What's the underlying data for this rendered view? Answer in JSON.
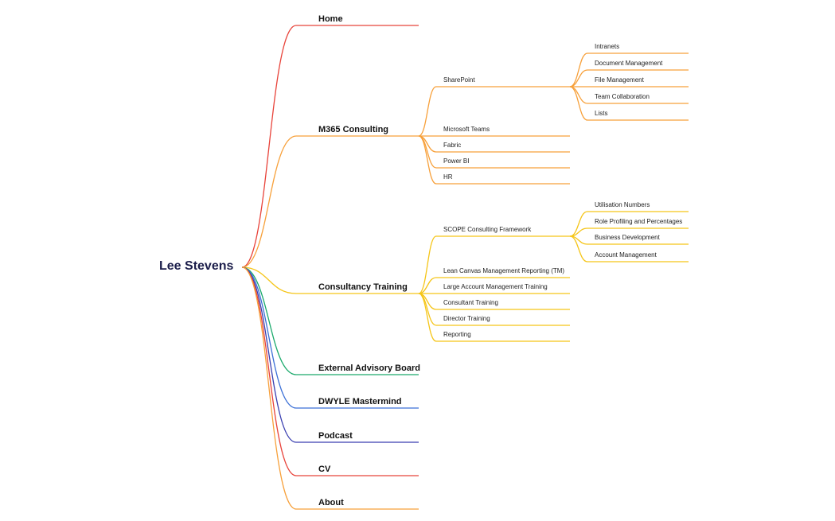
{
  "mindmap": {
    "root": "Lee Stevens",
    "branches": [
      {
        "label": "Home",
        "color": "#e8433a",
        "children": []
      },
      {
        "label": "M365 Consulting",
        "color": "#f7a03a",
        "children": [
          {
            "label": "SharePoint",
            "children": [
              {
                "label": "Intranets"
              },
              {
                "label": "Document Management"
              },
              {
                "label": "File Management"
              },
              {
                "label": "Team Collaboration"
              },
              {
                "label": "Lists"
              }
            ]
          },
          {
            "label": "Microsoft Teams",
            "children": []
          },
          {
            "label": "Fabric",
            "children": []
          },
          {
            "label": "Power BI",
            "children": []
          },
          {
            "label": "HR",
            "children": []
          }
        ]
      },
      {
        "label": "Consultancy Training",
        "color": "#f5c518",
        "children": [
          {
            "label": "SCOPE Consulting Framework",
            "children": [
              {
                "label": "Utilisation Numbers"
              },
              {
                "label": "Role Profiling and Percentages"
              },
              {
                "label": "Business Development"
              },
              {
                "label": "Account Management"
              }
            ]
          },
          {
            "label": "Lean Canvas Management Reporting (TM)",
            "children": []
          },
          {
            "label": "Large Account Management Training",
            "children": []
          },
          {
            "label": "Consultant Training",
            "children": []
          },
          {
            "label": "Director Training",
            "children": []
          },
          {
            "label": "Reporting",
            "children": []
          }
        ]
      },
      {
        "label": "External Advisory Board",
        "color": "#1aa96b",
        "children": []
      },
      {
        "label": "DWYLE Mastermind",
        "color": "#3b6fd6",
        "children": []
      },
      {
        "label": "Podcast",
        "color": "#3a3fb0",
        "children": []
      },
      {
        "label": "CV",
        "color": "#e8433a",
        "children": []
      },
      {
        "label": "About",
        "color": "#f7a03a",
        "children": []
      }
    ]
  }
}
